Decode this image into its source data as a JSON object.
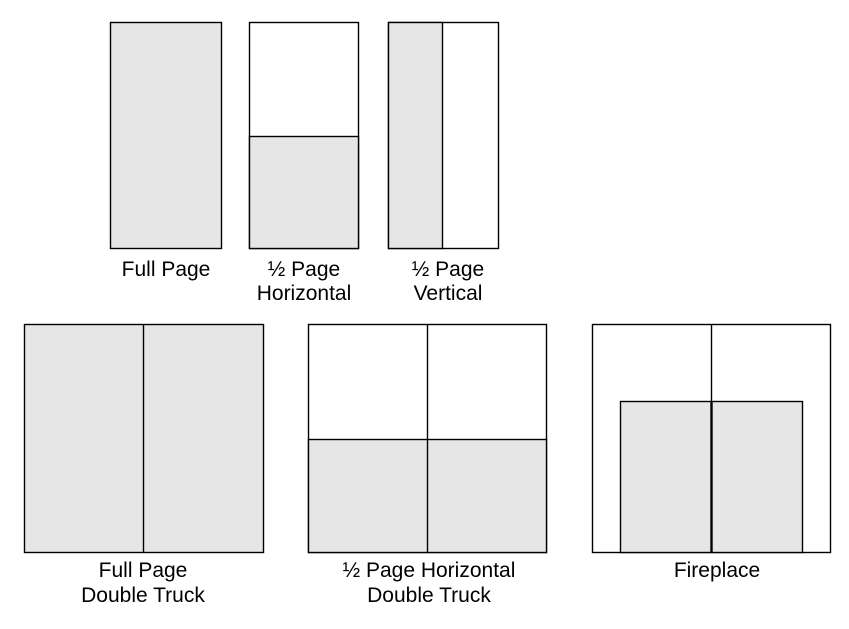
{
  "colors": {
    "filled": "#e6e6e6",
    "empty": "#ffffff",
    "stroke": "#000000",
    "text": "#000000"
  },
  "layouts": [
    {
      "id": "full-page",
      "lines": [
        "Full Page"
      ]
    },
    {
      "id": "half-page-horizontal",
      "lines": [
        "½ Page",
        "Horizontal"
      ]
    },
    {
      "id": "half-page-vertical",
      "lines": [
        "½ Page",
        "Vertical"
      ]
    },
    {
      "id": "full-page-double-truck",
      "lines": [
        "Full Page",
        "Double Truck"
      ]
    },
    {
      "id": "half-page-horizontal-double-truck",
      "lines": [
        "½ Page Horizontal",
        "Double Truck"
      ]
    },
    {
      "id": "fireplace",
      "lines": [
        "Fireplace"
      ]
    }
  ]
}
